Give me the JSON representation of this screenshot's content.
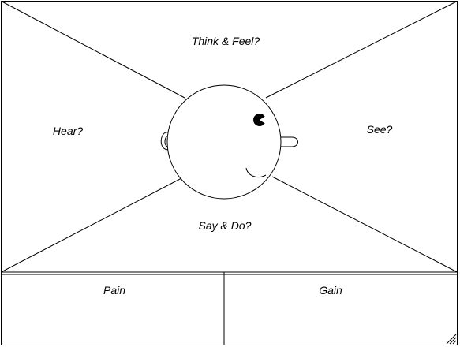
{
  "empathy_map": {
    "quadrants": {
      "think_feel": "Think & Feel?",
      "hear": "Hear?",
      "see": "See?",
      "say_do": "Say & Do?"
    },
    "bottom_panels": {
      "pain": "Pain",
      "gain": "Gain"
    }
  },
  "colors": {
    "stroke": "#000000",
    "background": "#ffffff",
    "text": "#000000"
  },
  "icons": {
    "head": "head-with-eye-ear-nose-mouth",
    "resize_grip": "resize-grip-icon"
  }
}
